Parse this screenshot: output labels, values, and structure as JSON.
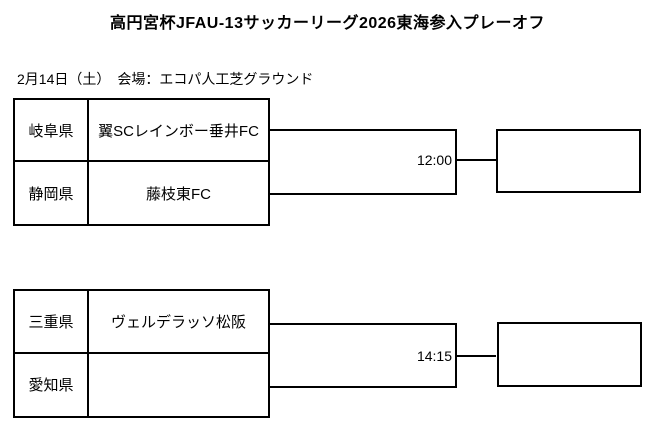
{
  "page": {
    "title": "高円宮杯JFAU-13サッカーリーグ2026東海参入プレーオフ",
    "date_venue": "2月14日（土）　会場：エコパ人工芝グラウンド"
  },
  "matches": [
    {
      "kickoff": "12:00",
      "teams": [
        {
          "prefecture": "岐阜県",
          "name": "翼SCレインボー垂井FC"
        },
        {
          "prefecture": "静岡県",
          "name": "藤枝東FC"
        }
      ],
      "winner": ""
    },
    {
      "kickoff": "14:15",
      "teams": [
        {
          "prefecture": "三重県",
          "name": "ヴェルデラッソ松阪"
        },
        {
          "prefecture": "愛知県",
          "name": ""
        }
      ],
      "winner": ""
    }
  ],
  "colors": {
    "line": "#000000",
    "text": "#000000",
    "background": "#ffffff"
  }
}
